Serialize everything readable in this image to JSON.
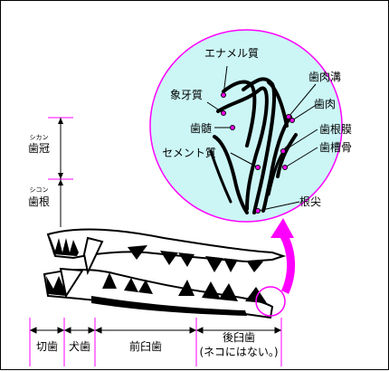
{
  "left_labels": {
    "crown": "歯冠",
    "crown_ruby": "シカン",
    "root": "歯根",
    "root_ruby": "シコン"
  },
  "circle_labels": {
    "enamel": "エナメル質",
    "dentin": "象牙質",
    "pulp": "歯髄",
    "cementum": "セメント質",
    "gingival_sulcus": "歯肉溝",
    "gingiva": "歯肉",
    "periodontal_ligament": "歯根膜",
    "alveolar_bone": "歯槽骨",
    "apex": "根尖"
  },
  "tooth_types": {
    "incisor": "切歯",
    "canine": "犬歯",
    "premolar": "前臼歯",
    "molar": "後臼歯",
    "molar_note": "(ネコにはない。)"
  },
  "colors": {
    "circle_fill": "#ccf6f6",
    "accent_magenta": "#ff00ff",
    "ink": "#000000"
  }
}
